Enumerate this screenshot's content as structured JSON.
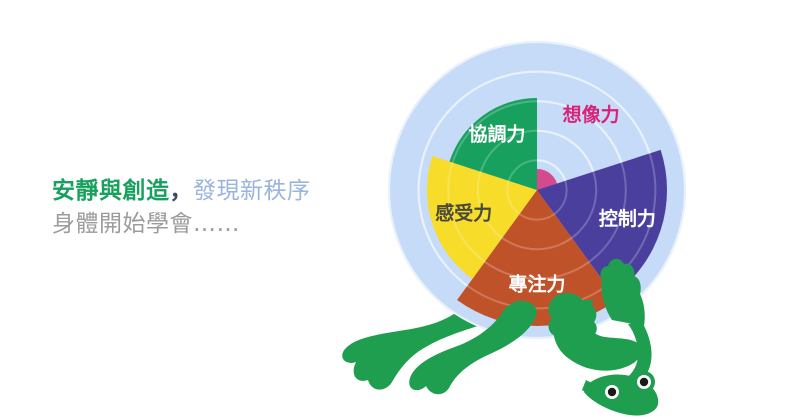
{
  "headline": {
    "line1_part1": "安靜與創造",
    "line1_comma": "，",
    "line1_part2": "發現新秩序",
    "line2": "身體開始學會……",
    "color_part1": "#17a05e",
    "color_part2": "#9ab4dc",
    "color_line2": "#9b9b9b"
  },
  "chart_data": {
    "type": "pie",
    "title": "",
    "subtitle": "",
    "xlabel": "",
    "ylabel": "",
    "grid": true,
    "legend_position": "on-slice",
    "center": [
      537,
      190
    ],
    "backdrop_radius": 148,
    "max_value": 100,
    "ring_values": [
      20,
      40,
      60,
      80,
      100
    ],
    "categories": [
      "想像力",
      "控制力",
      "專注力",
      "感受力",
      "協調力"
    ],
    "values": [
      14,
      88,
      92,
      74,
      62
    ],
    "slices": [
      {
        "label": "想像力",
        "value": 14,
        "color": "#d64a8e",
        "faded_color": "#cfe0f7",
        "text_color": "#d6247a",
        "start_angle": -90,
        "end_angle": -18,
        "radius": 21,
        "label_radius": 92,
        "label_on_fill": false
      },
      {
        "label": "控制力",
        "value": 88,
        "color": "#4b3f9e",
        "faded_color": "#6b61ad",
        "text_color": "#ffffff",
        "start_angle": -18,
        "end_angle": 54,
        "radius": 130,
        "label_radius": 95,
        "label_on_fill": true
      },
      {
        "label": "專注力",
        "value": 92,
        "color": "#c0522a",
        "faded_color": "#d4794f",
        "text_color": "#ffffff",
        "start_angle": 54,
        "end_angle": 126,
        "radius": 136,
        "label_radius": 95,
        "label_on_fill": true
      },
      {
        "label": "感受力",
        "value": 74,
        "color": "#f7dc2a",
        "faded_color": "#f6e45e",
        "text_color": "#4a4a3a",
        "start_angle": 126,
        "end_angle": 198,
        "radius": 110,
        "label_radius": 77,
        "label_on_fill": true
      },
      {
        "label": "協調力",
        "value": 62,
        "color": "#17a05e",
        "faded_color": "#4db584",
        "text_color": "#ffffff",
        "start_angle": 198,
        "end_angle": 270,
        "radius": 92,
        "label_radius": 68,
        "label_on_fill": true
      }
    ],
    "backdrop_color": "#c6dbf7",
    "ring_stroke_color": "#e3eefc",
    "core_radius": 21,
    "core_opacity": 0.55
  },
  "mascot": {
    "name": "frog-mascot",
    "body_color": "#1f9e4f",
    "eye_color": "#1a1a1a",
    "eye_white": "#ffffff"
  }
}
